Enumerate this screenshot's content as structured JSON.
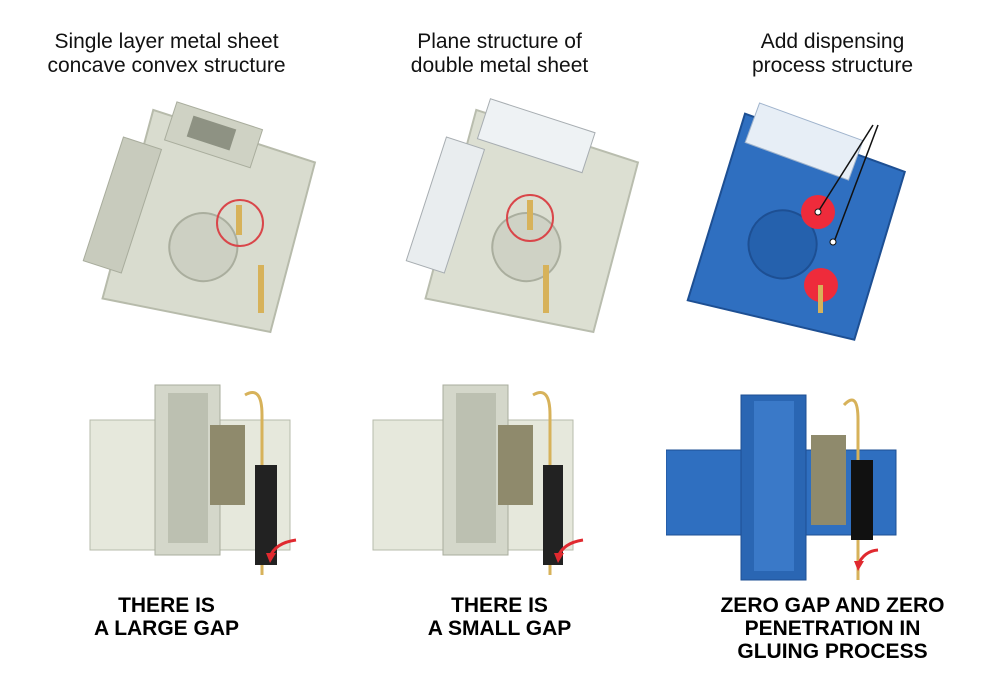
{
  "columns": [
    {
      "title_lines": [
        "Single layer metal sheet",
        "concave convex structure"
      ],
      "caption_lines": [
        "THERE IS",
        "A LARGE GAP"
      ],
      "colors": {
        "housing": "#d9dccf",
        "housing_dark": "#b7bbab"
      }
    },
    {
      "title_lines": [
        "Plane structure of",
        "double metal sheet"
      ],
      "caption_lines": [
        "THERE IS",
        "A SMALL GAP"
      ],
      "colors": {
        "housing": "#dcdfd2",
        "housing_dark": "#b9bdae"
      }
    },
    {
      "title_lines": [
        "Add dispensing",
        "process structure"
      ],
      "caption_lines": [
        "ZERO GAP AND ZERO",
        "PENETRATION IN",
        "GLUING PROCESS"
      ],
      "colors": {
        "housing": "#2f6fc0",
        "housing_dark": "#1d4f93"
      }
    }
  ],
  "accent": {
    "highlight_circle": "#d9464a",
    "red_dot": "#ee2b3b",
    "pin": "#d7b25a",
    "arrow": "#e0292f"
  }
}
